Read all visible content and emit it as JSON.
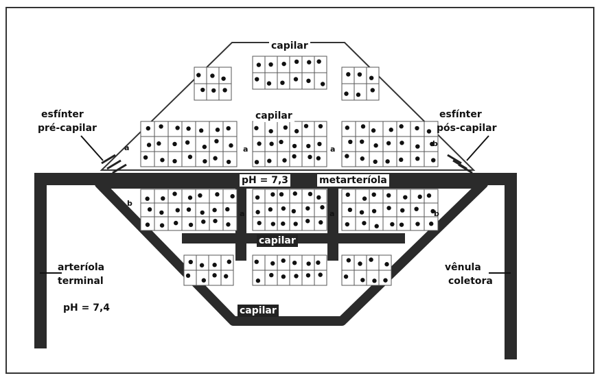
{
  "labels": {
    "capillary_top": "capilar",
    "capillary_mid": "capilar",
    "capillary_low": "capilar",
    "capillary_bottom": "capilar",
    "precap_sphincter_line1": "esfínter",
    "precap_sphincter_line2": "pré-capilar",
    "postcap_sphincter_line1": "esfínter",
    "postcap_sphincter_line2": "pós-capilar",
    "ph_metarteriole": "pH = 7,3",
    "metarteriole": "metarteríola",
    "arteriole_line1": "arteríola",
    "arteriole_line2": "terminal",
    "ph_arteriole": "pH = 7,4",
    "venule_line1": "vênula",
    "venule_line2": "coletora"
  },
  "markers": {
    "a": "a",
    "b": "b"
  },
  "colors": {
    "vessel": "#2b2b2b",
    "cell_fill": "#ffffff",
    "cell_line": "#555555",
    "nucleus": "#111111"
  }
}
